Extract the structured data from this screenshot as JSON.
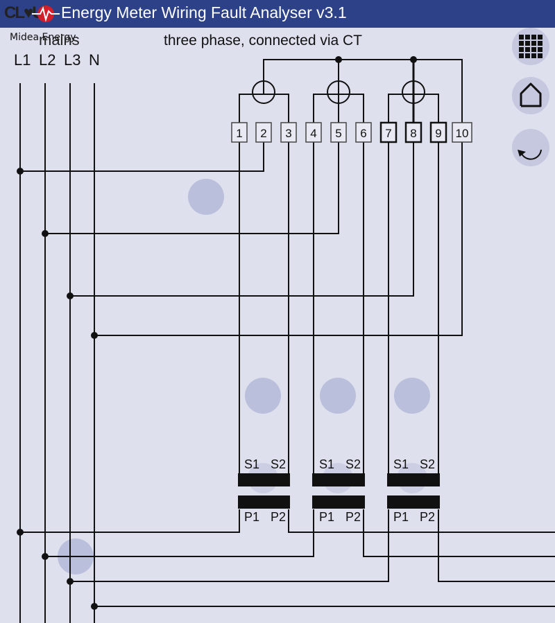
{
  "window": {
    "title": "Energy Meter Wiring Fault Analyser v3.1",
    "logo_text": "CL♥U",
    "brand": "Midea Energy"
  },
  "diagram": {
    "subtitle": "three phase, connected via CT",
    "mains_label": "mains",
    "phases": [
      "L1",
      "L2",
      "L3",
      "N"
    ],
    "terminals": [
      "1",
      "2",
      "3",
      "4",
      "5",
      "6",
      "7",
      "8",
      "9",
      "10"
    ],
    "ct_secondary": [
      "S1",
      "S2"
    ],
    "ct_primary": [
      "P1",
      "P2"
    ]
  },
  "nav": {
    "menu_icon": "grid-menu-icon",
    "home_icon": "home-icon",
    "reset_icon": "rotate-icon"
  },
  "colors": {
    "titlebar": "#2c4188",
    "background": "#dfe0ee",
    "touch_target": "#b4bad8",
    "wire": "#111111"
  }
}
